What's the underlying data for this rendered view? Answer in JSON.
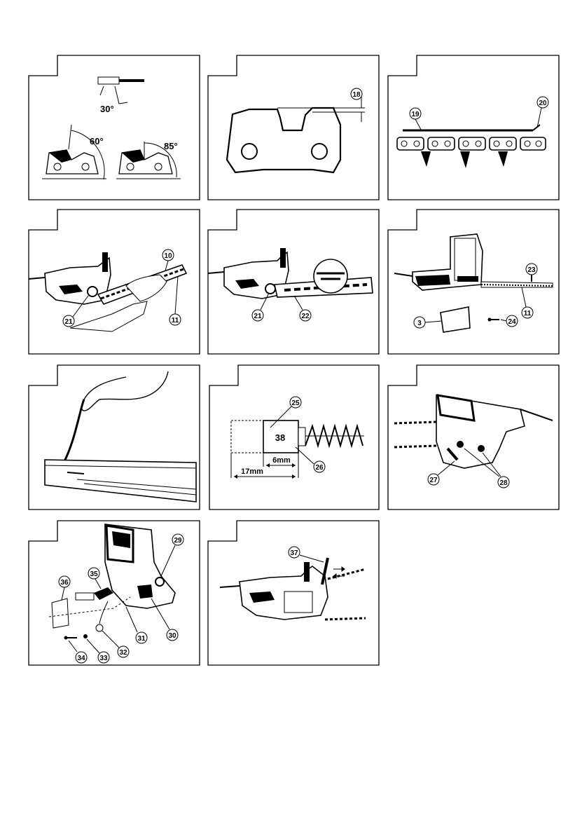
{
  "figures": [
    {
      "id": "fig1",
      "texts": {
        "a1": "30°",
        "a2": "60°",
        "a3": "85°"
      }
    },
    {
      "id": "fig2",
      "callouts": [
        "18"
      ]
    },
    {
      "id": "fig3",
      "callouts": [
        "19",
        "20"
      ]
    },
    {
      "id": "fig4",
      "callouts": [
        "10",
        "21",
        "11"
      ]
    },
    {
      "id": "fig5",
      "callouts": [
        "21",
        "22"
      ]
    },
    {
      "id": "fig6",
      "callouts": [
        "23",
        "11",
        "3",
        "24"
      ]
    },
    {
      "id": "fig7",
      "callouts": []
    },
    {
      "id": "fig8",
      "callouts": [
        "25",
        "26"
      ],
      "texts": {
        "brush_num": "38",
        "dim_small": "6mm",
        "dim_large": "17mm"
      }
    },
    {
      "id": "fig9",
      "callouts": [
        "27",
        "28"
      ]
    },
    {
      "id": "fig10",
      "callouts": [
        "29",
        "35",
        "36",
        "30",
        "31",
        "32",
        "33",
        "34"
      ]
    },
    {
      "id": "fig11",
      "callouts": [
        "37"
      ]
    }
  ]
}
